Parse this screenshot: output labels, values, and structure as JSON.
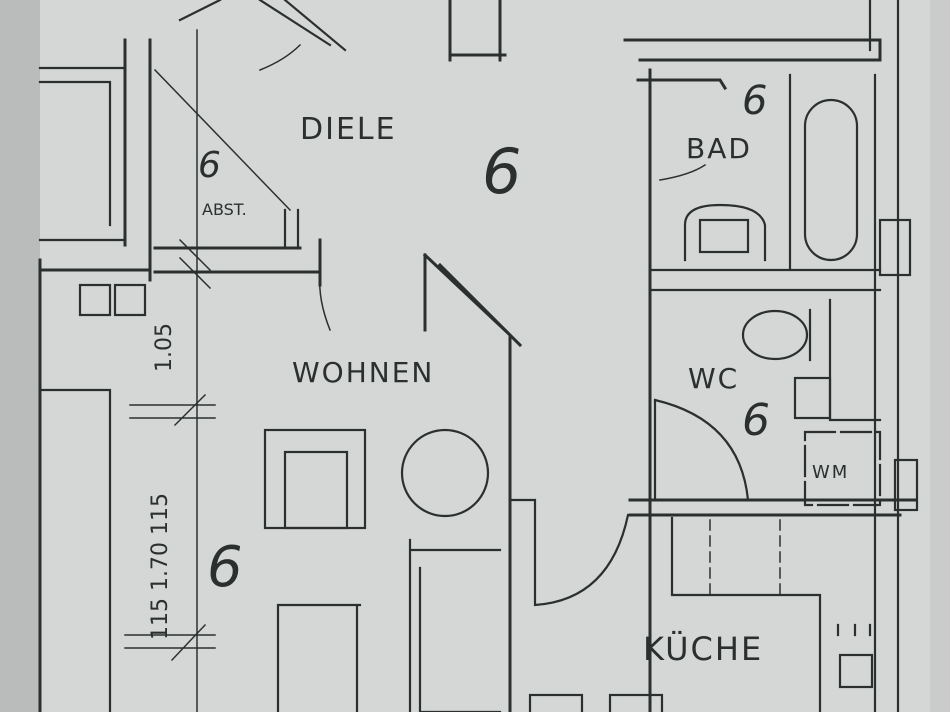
{
  "plan": {
    "rooms": [
      {
        "id": "diele",
        "label": "DIELE",
        "code": "6"
      },
      {
        "id": "abst",
        "label": "ABST.",
        "code": "6"
      },
      {
        "id": "bad",
        "label": "BAD",
        "code": "6"
      },
      {
        "id": "wohnen",
        "label": "WOHNEN",
        "code": "6"
      },
      {
        "id": "wc",
        "label": "WC",
        "code": "6"
      },
      {
        "id": "kueche",
        "label": "KÜCHE",
        "code": ""
      }
    ],
    "fixtures": {
      "washing_machine": "WM"
    },
    "dimensions": {
      "upper": "1.05",
      "chain": "115 1.70 115"
    }
  }
}
